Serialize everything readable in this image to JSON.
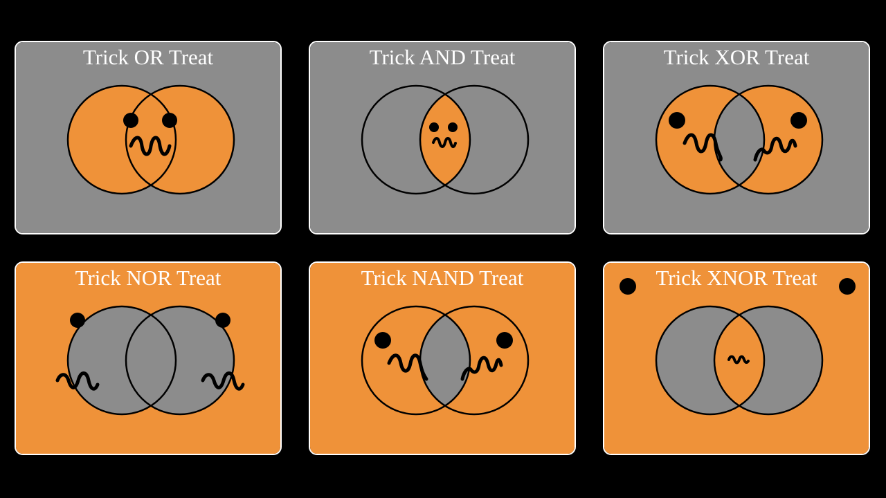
{
  "colors": {
    "background": "#000000",
    "orange": "#ef9239",
    "gray": "#8c8c8c",
    "outline": "#000000",
    "border": "#ffffff"
  },
  "panels": [
    {
      "title": "Trick OR Treat"
    },
    {
      "title": "Trick AND Treat"
    },
    {
      "title": "Trick XOR Treat"
    },
    {
      "title": "Trick NOR Treat"
    },
    {
      "title": "Trick NAND Treat"
    },
    {
      "title": "Trick XNOR Treat"
    }
  ]
}
